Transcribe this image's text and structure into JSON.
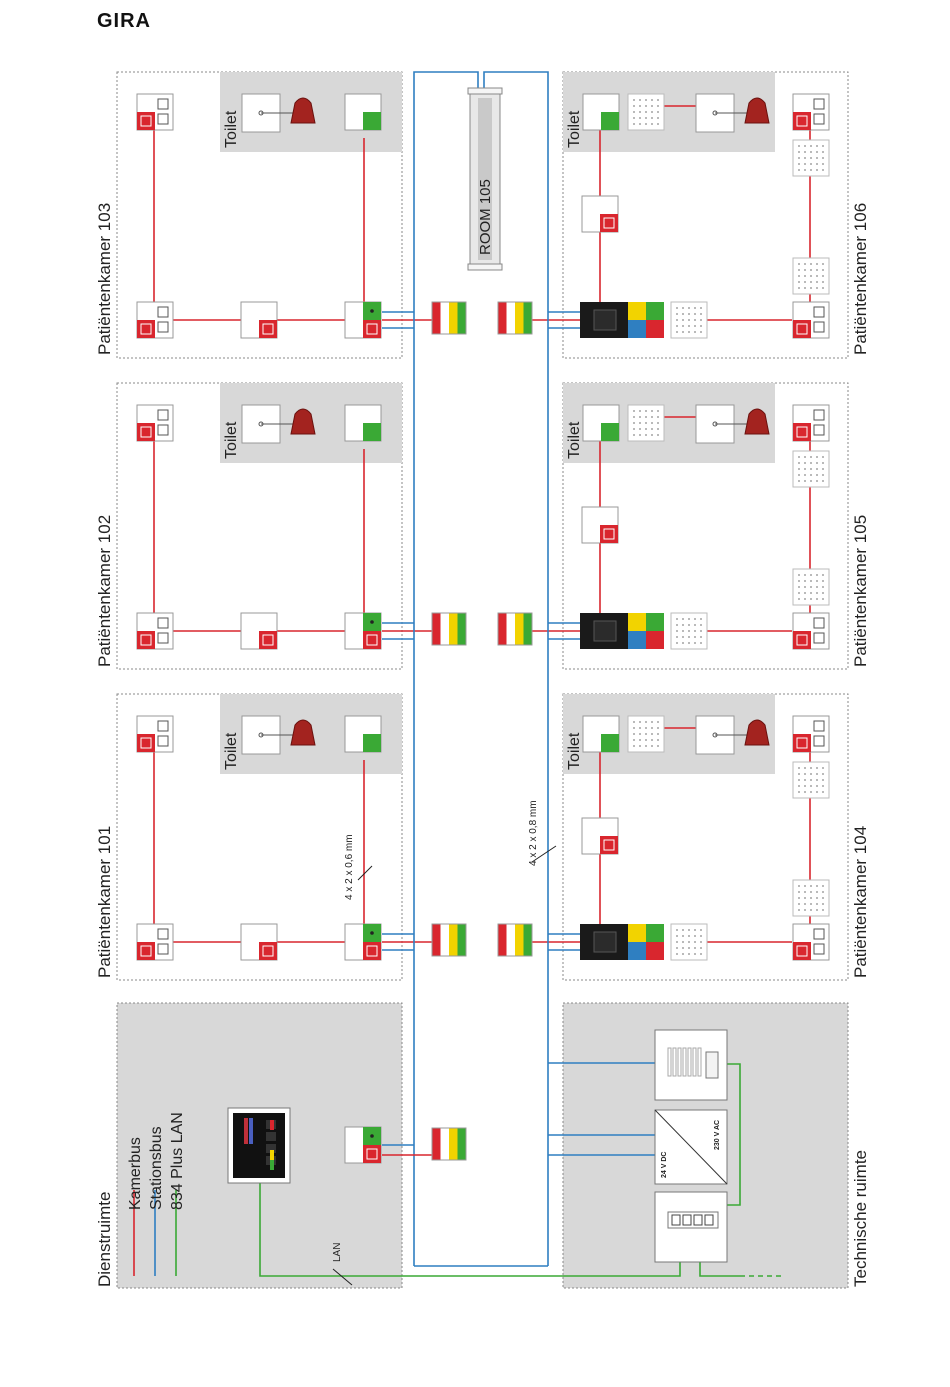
{
  "brand": "GIRA",
  "rooms": {
    "r103": "Patiëntenkamer 103",
    "r102": "Patiëntenkamer 102",
    "r101": "Patiëntenkamer 101",
    "r106": "Patiëntenkamer 106",
    "r105": "Patiëntenkamer 105",
    "r104": "Patiëntenkamer 104"
  },
  "toilet": "Toilet",
  "service_room": "Dienstruimte",
  "technical_room": "Technische ruimte",
  "legend": {
    "room_bus": "Kamerbus",
    "station_bus": "Stationsbus",
    "lan_834": "834 Plus LAN"
  },
  "cable_left": "4 x 2 x 0,6 mm",
  "cable_right": "4 x 2 x 0,8 mm",
  "lan": "LAN",
  "display_text": "ROOM 105",
  "psu_dc": "24 V DC",
  "psu_ac": "230 V AC",
  "colors": {
    "red": "#d9262e",
    "blue": "#2f7fc1",
    "green": "#3aa935",
    "grey_zone": "#d8d8d8",
    "yellow": "#f2d300"
  }
}
